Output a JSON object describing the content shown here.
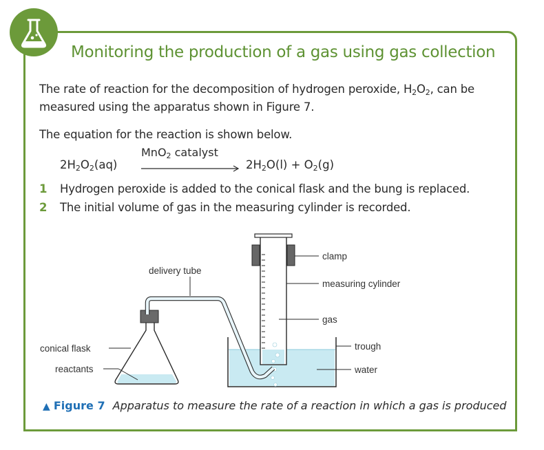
{
  "title": "Monitoring the production of a gas using gas collection",
  "intro": {
    "text_before": "The rate of reaction for the decomposition of hydrogen peroxide, H",
    "sub1": "2",
    "mid": "O",
    "sub2": "2",
    "text_after": ", can be measured using the apparatus shown in Figure 7."
  },
  "equation_intro": "The equation for the reaction is shown below.",
  "equation": {
    "left": {
      "a": "2H",
      "s1": "2",
      "b": "O",
      "s2": "2",
      "c": "(aq)"
    },
    "catalyst": {
      "a": "MnO",
      "s1": "2",
      "b": " catalyst"
    },
    "right": {
      "a": "2H",
      "s1": "2",
      "b": "O(l) + O",
      "s2": "2",
      "c": "(g)"
    }
  },
  "steps": [
    {
      "num": "1",
      "text": "Hydrogen peroxide is added to the conical flask and the bung is replaced."
    },
    {
      "num": "2",
      "text": "The initial volume of gas in the measuring cylinder is recorded."
    }
  ],
  "diagram_labels": {
    "clamp": "clamp",
    "measuring_cylinder": "measuring cylinder",
    "gas": "gas",
    "trough": "trough",
    "water": "water",
    "delivery_tube": "delivery tube",
    "conical_flask": "conical flask",
    "reactants": "reactants"
  },
  "caption": {
    "label": "Figure 7",
    "text": "Apparatus to measure the rate of a reaction in which a gas is produced"
  },
  "colors": {
    "accent_green": "#6c9a3a",
    "caption_blue": "#1f6fb5",
    "water": "#c9eaf2"
  },
  "icons": {
    "badge": "flask-icon",
    "caption_marker": "triangle-icon"
  }
}
